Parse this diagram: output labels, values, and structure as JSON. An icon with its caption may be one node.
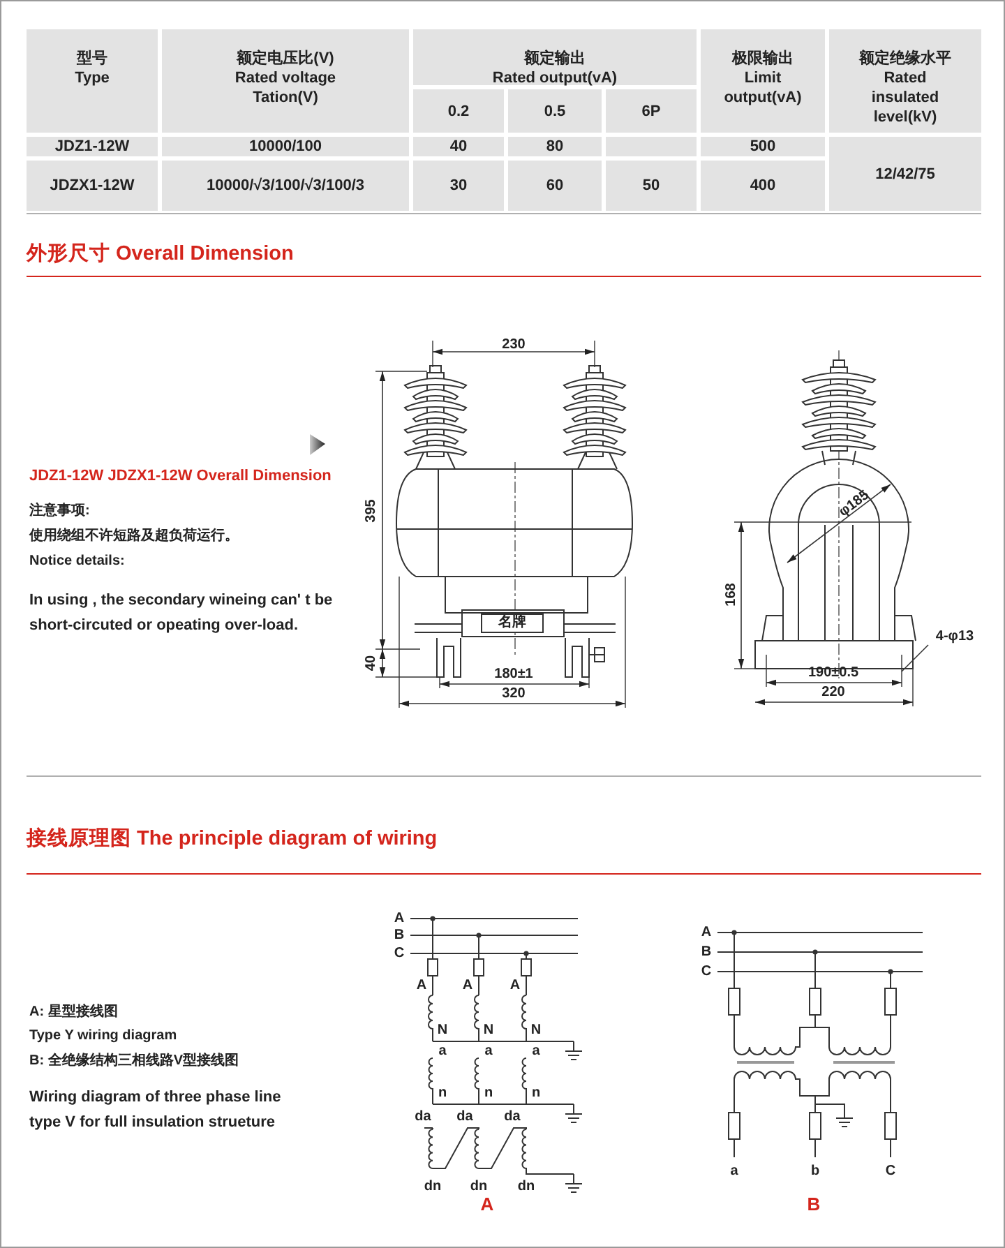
{
  "diagram": {
    "labels": [
      "型号",
      "Type",
      "额定电压比(V)",
      "Rated voltage Tation(V)",
      "额定输出",
      "Rated output(vA)",
      "极限输出",
      "Limit output(vA)",
      "额定绝缘水平",
      "Rated insulated level(kV)",
      "0.2",
      "0.5",
      "6P",
      "JDZ1-12W",
      "10000/100",
      "40",
      "80",
      "500",
      "12/42/75",
      "JDZX1-12W",
      "10000/√3/100/√3/100/3",
      "30",
      "60",
      "50",
      "400",
      "外形尺寸 Overall Dimension",
      "JDZ1-12W JDZX1-12W Overall Dimension",
      "注意事项:",
      "使用绕组不许短路及超负荷运行。",
      "Notice details:",
      "In using , the secondary wineing can' t be short-circuted or opeating over-load.",
      "230",
      "395",
      "名牌",
      "40",
      "180±1",
      "320",
      "φ185",
      "168",
      "4-φ13",
      "190±0.5",
      "220",
      "接线原理图 The principle diagram of wiring",
      "A: 星型接线图",
      "Type Y wiring diagram",
      "B: 全绝缘结构三相线路V型接线图",
      "Wiring diagram of three phase line type V for full insulation strueture",
      "A",
      "B",
      "C",
      "A",
      "A",
      "A",
      "N",
      "N",
      "N",
      "a",
      "a",
      "a",
      "n",
      "n",
      "n",
      "da",
      "da",
      "da",
      "dn",
      "dn",
      "dn",
      "A",
      "A",
      "B",
      "C",
      "a",
      "b",
      "C",
      "B"
    ]
  }
}
